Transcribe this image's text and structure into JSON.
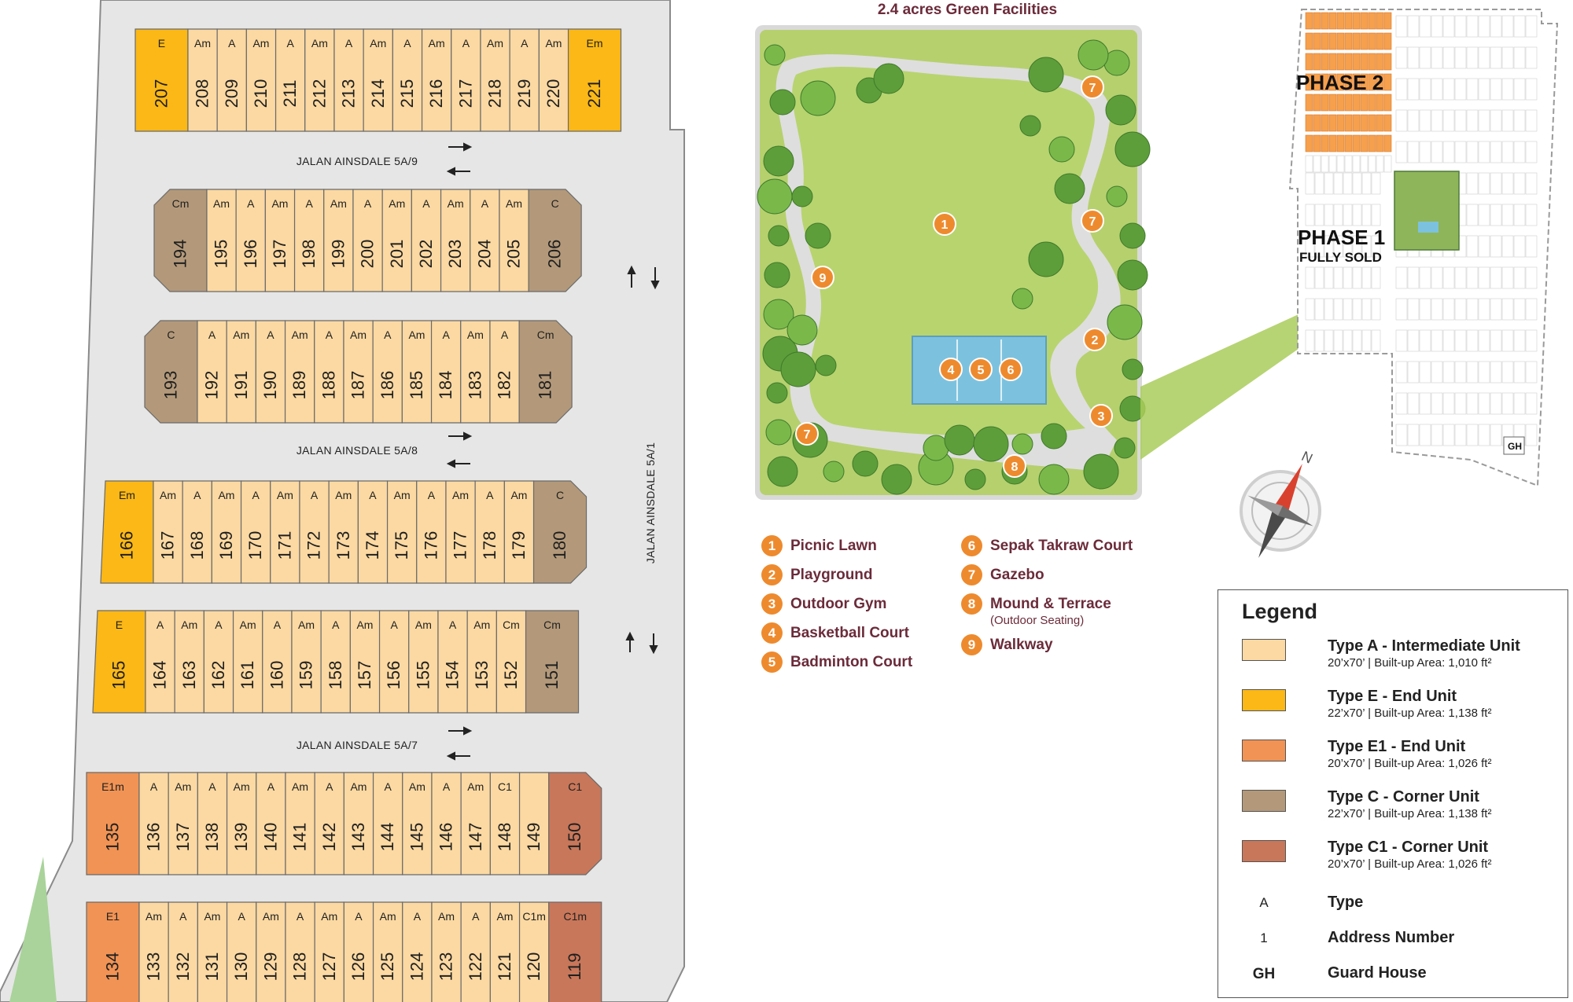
{
  "site_plan": {
    "rows": [
      {
        "type_labels": [
          "E",
          "Am",
          "A",
          "Am",
          "A",
          "Am",
          "A",
          "Am",
          "A",
          "Am",
          "A",
          "Am",
          "A",
          "Am",
          "Em"
        ],
        "numbers": [
          "207",
          "208",
          "209",
          "210",
          "211",
          "212",
          "213",
          "214",
          "215",
          "216",
          "217",
          "218",
          "219",
          "220",
          "221"
        ],
        "unit_types": [
          "E",
          "A",
          "A",
          "A",
          "A",
          "A",
          "A",
          "A",
          "A",
          "A",
          "A",
          "A",
          "A",
          "A",
          "E"
        ]
      },
      {
        "type_labels": [
          "Cm",
          "Am",
          "A",
          "Am",
          "A",
          "Am",
          "A",
          "Am",
          "A",
          "Am",
          "A",
          "Am",
          "C"
        ],
        "numbers": [
          "194",
          "195",
          "196",
          "197",
          "198",
          "199",
          "200",
          "201",
          "202",
          "203",
          "204",
          "205",
          "206"
        ],
        "unit_types": [
          "C",
          "A",
          "A",
          "A",
          "A",
          "A",
          "A",
          "A",
          "A",
          "A",
          "A",
          "A",
          "C"
        ]
      },
      {
        "type_labels": [
          "C",
          "A",
          "Am",
          "A",
          "Am",
          "A",
          "Am",
          "A",
          "Am",
          "A",
          "Am",
          "A",
          "Cm"
        ],
        "numbers": [
          "193",
          "192",
          "191",
          "190",
          "189",
          "188",
          "187",
          "186",
          "185",
          "184",
          "183",
          "182",
          "181"
        ],
        "unit_types": [
          "C",
          "A",
          "A",
          "A",
          "A",
          "A",
          "A",
          "A",
          "A",
          "A",
          "A",
          "A",
          "C"
        ]
      },
      {
        "type_labels": [
          "Em",
          "Am",
          "A",
          "Am",
          "A",
          "Am",
          "A",
          "Am",
          "A",
          "Am",
          "A",
          "Am",
          "A",
          "Am",
          "C"
        ],
        "numbers": [
          "166",
          "167",
          "168",
          "169",
          "170",
          "171",
          "172",
          "173",
          "174",
          "175",
          "176",
          "177",
          "178",
          "179",
          "180"
        ],
        "unit_types": [
          "E",
          "A",
          "A",
          "A",
          "A",
          "A",
          "A",
          "A",
          "A",
          "A",
          "A",
          "A",
          "A",
          "A",
          "C"
        ]
      },
      {
        "type_labels": [
          "E",
          "A",
          "Am",
          "A",
          "Am",
          "A",
          "Am",
          "A",
          "Am",
          "A",
          "Am",
          "A",
          "Am",
          "Cm"
        ],
        "numbers": [
          "165",
          "164",
          "163",
          "162",
          "161",
          "160",
          "159",
          "158",
          "157",
          "156",
          "155",
          "154",
          "153",
          "152",
          "151"
        ],
        "unit_types": [
          "E",
          "A",
          "A",
          "A",
          "A",
          "A",
          "A",
          "A",
          "A",
          "A",
          "A",
          "A",
          "A",
          "A",
          "C"
        ]
      },
      {
        "type_labels": [
          "E1m",
          "A",
          "Am",
          "A",
          "Am",
          "A",
          "Am",
          "A",
          "Am",
          "A",
          "Am",
          "A",
          "Am",
          "C1"
        ],
        "numbers": [
          "135",
          "136",
          "137",
          "138",
          "139",
          "140",
          "141",
          "142",
          "143",
          "144",
          "145",
          "146",
          "147",
          "148",
          "149",
          "150"
        ],
        "unit_types": [
          "E1",
          "A",
          "A",
          "A",
          "A",
          "A",
          "A",
          "A",
          "A",
          "A",
          "A",
          "A",
          "A",
          "A",
          "A",
          "C1"
        ]
      },
      {
        "type_labels": [
          "E1",
          "Am",
          "A",
          "Am",
          "A",
          "Am",
          "A",
          "Am",
          "A",
          "Am",
          "A",
          "Am",
          "A",
          "Am",
          "C1m"
        ],
        "numbers": [
          "134",
          "133",
          "132",
          "131",
          "130",
          "129",
          "128",
          "127",
          "126",
          "125",
          "124",
          "123",
          "122",
          "121",
          "120",
          "119"
        ],
        "unit_types": [
          "E1",
          "A",
          "A",
          "A",
          "A",
          "A",
          "A",
          "A",
          "A",
          "A",
          "A",
          "A",
          "A",
          "A",
          "A",
          "C1"
        ]
      }
    ],
    "roads": [
      "JALAN AINSDALE 5A/9",
      "JALAN AINSDALE 5A/8",
      "JALAN AINSDALE 5A/7",
      "JALAN AINSDALE 5A/1"
    ]
  },
  "park": {
    "title": "2.4 acres Green Facilities",
    "markers": [
      "1",
      "2",
      "3",
      "4",
      "5",
      "6",
      "7",
      "7",
      "7",
      "8",
      "9"
    ]
  },
  "facilities": [
    {
      "num": "1",
      "name": "Picnic Lawn"
    },
    {
      "num": "2",
      "name": "Playground"
    },
    {
      "num": "3",
      "name": "Outdoor Gym"
    },
    {
      "num": "4",
      "name": "Basketball Court"
    },
    {
      "num": "5",
      "name": "Badminton Court"
    },
    {
      "num": "6",
      "name": "Sepak Takraw Court"
    },
    {
      "num": "7",
      "name": "Gazebo"
    },
    {
      "num": "8",
      "name": "Mound & Terrace",
      "sub": "(Outdoor Seating)"
    },
    {
      "num": "9",
      "name": "Walkway"
    }
  ],
  "phases": {
    "phase2": "PHASE 2",
    "phase1": "PHASE 1",
    "phase1_status": "FULLY SOLD",
    "guard_house": "GH"
  },
  "compass": {
    "north": "N"
  },
  "legend": {
    "title": "Legend",
    "unit_types": [
      {
        "name": "Type A - Intermediate Unit",
        "desc": "20’x70’ | Built-up Area: 1,010 ft²",
        "color": "#fcd9a2"
      },
      {
        "name": "Type E - End Unit",
        "desc": "22’x70’ | Built-up Area: 1,138 ft²",
        "color": "#fbb816"
      },
      {
        "name": "Type E1 - End Unit",
        "desc": "20’x70’ | Built-up Area: 1,026 ft²",
        "color": "#f19354"
      },
      {
        "name": "Type C - Corner Unit",
        "desc": "22’x70’ | Built-up Area: 1,138 ft²",
        "color": "#b3997a"
      },
      {
        "name": "Type C1 - Corner Unit",
        "desc": "20’x70’ | Built-up Area: 1,026 ft²",
        "color": "#c8775a"
      }
    ],
    "keys": [
      {
        "symbol": "A",
        "label": "Type"
      },
      {
        "symbol": "1",
        "label": "Address Number"
      },
      {
        "symbol": "GH",
        "label": "Guard House"
      }
    ]
  },
  "colors": {
    "type_a": "#fcd9a2",
    "type_e": "#fbb816",
    "type_e1": "#f19354",
    "type_c": "#b3997a",
    "type_c1": "#c8775a",
    "road": "#e6e6e6",
    "lawn": "#b7d46e",
    "accent": "#ee8a2e",
    "title": "#6b2b3a"
  }
}
